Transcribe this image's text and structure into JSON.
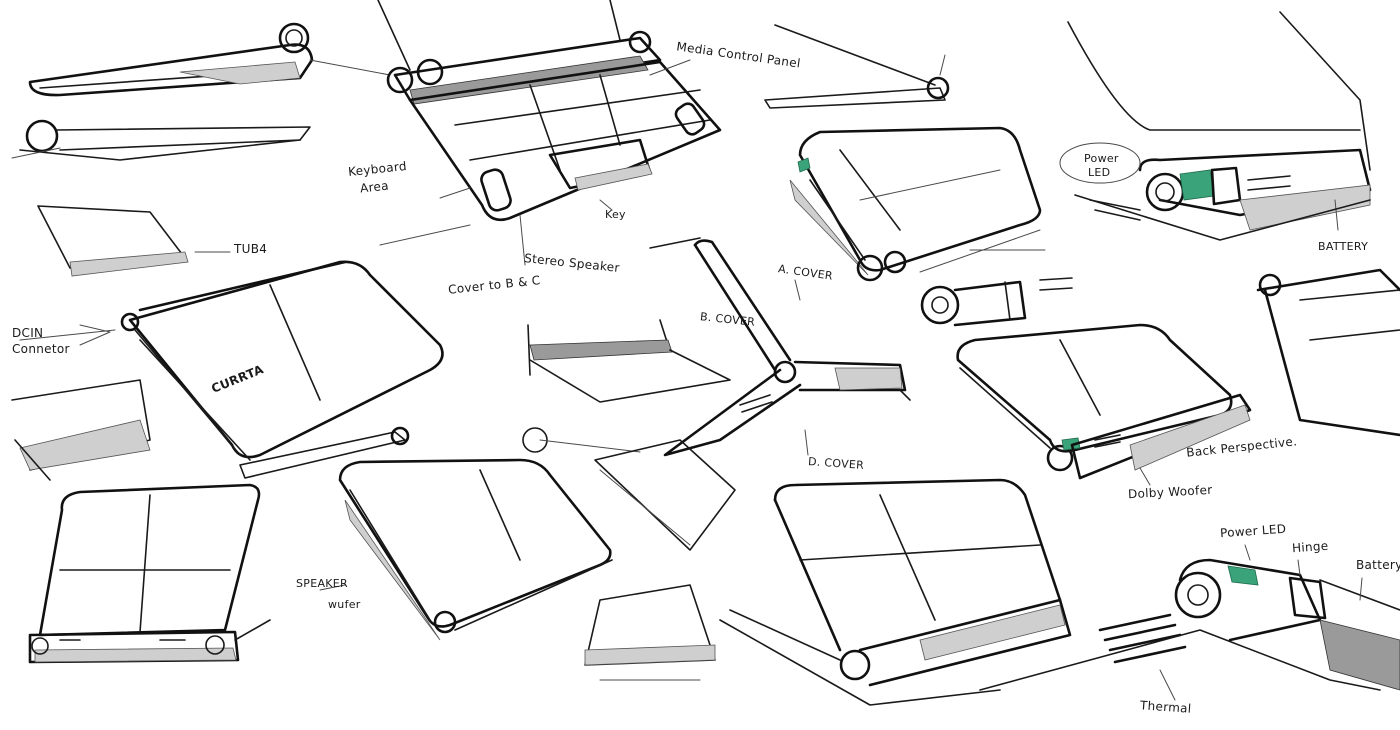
{
  "labels": {
    "media_control_panel": "Media Control Panel",
    "keyboard_area_line1": "Keyboard",
    "keyboard_area_line2": "Area",
    "key": "Key",
    "stereo_speaker": "Stereo Speaker",
    "cover_note": "Cover to B & C",
    "tub4": "TUB4",
    "dcin_line1": "DCIN",
    "dcin_line2": "Connetor",
    "brand_mark": "CURRTA",
    "a_cover": "A. COVER",
    "b_cover": "B. COVER",
    "d_cover": "D. COVER",
    "power_led_top_line1": "Power",
    "power_led_top_line2": "LED",
    "battery_top": "BATTERY",
    "back_perspective": "Back Perspective.",
    "dolby_woofer": "Dolby Woofer",
    "speaker_line1": "SPEAKER",
    "speaker_line2": "wufer",
    "power_led_bottom": "Power LED",
    "hinge": "Hinge",
    "battery_bottom": "Battery",
    "thermal": "Thermal"
  },
  "colors": {
    "paper": "#ffffff",
    "ink": "#1a1a1a",
    "hatch": "#cfcfcf",
    "led_accent": "#3aa37a"
  }
}
